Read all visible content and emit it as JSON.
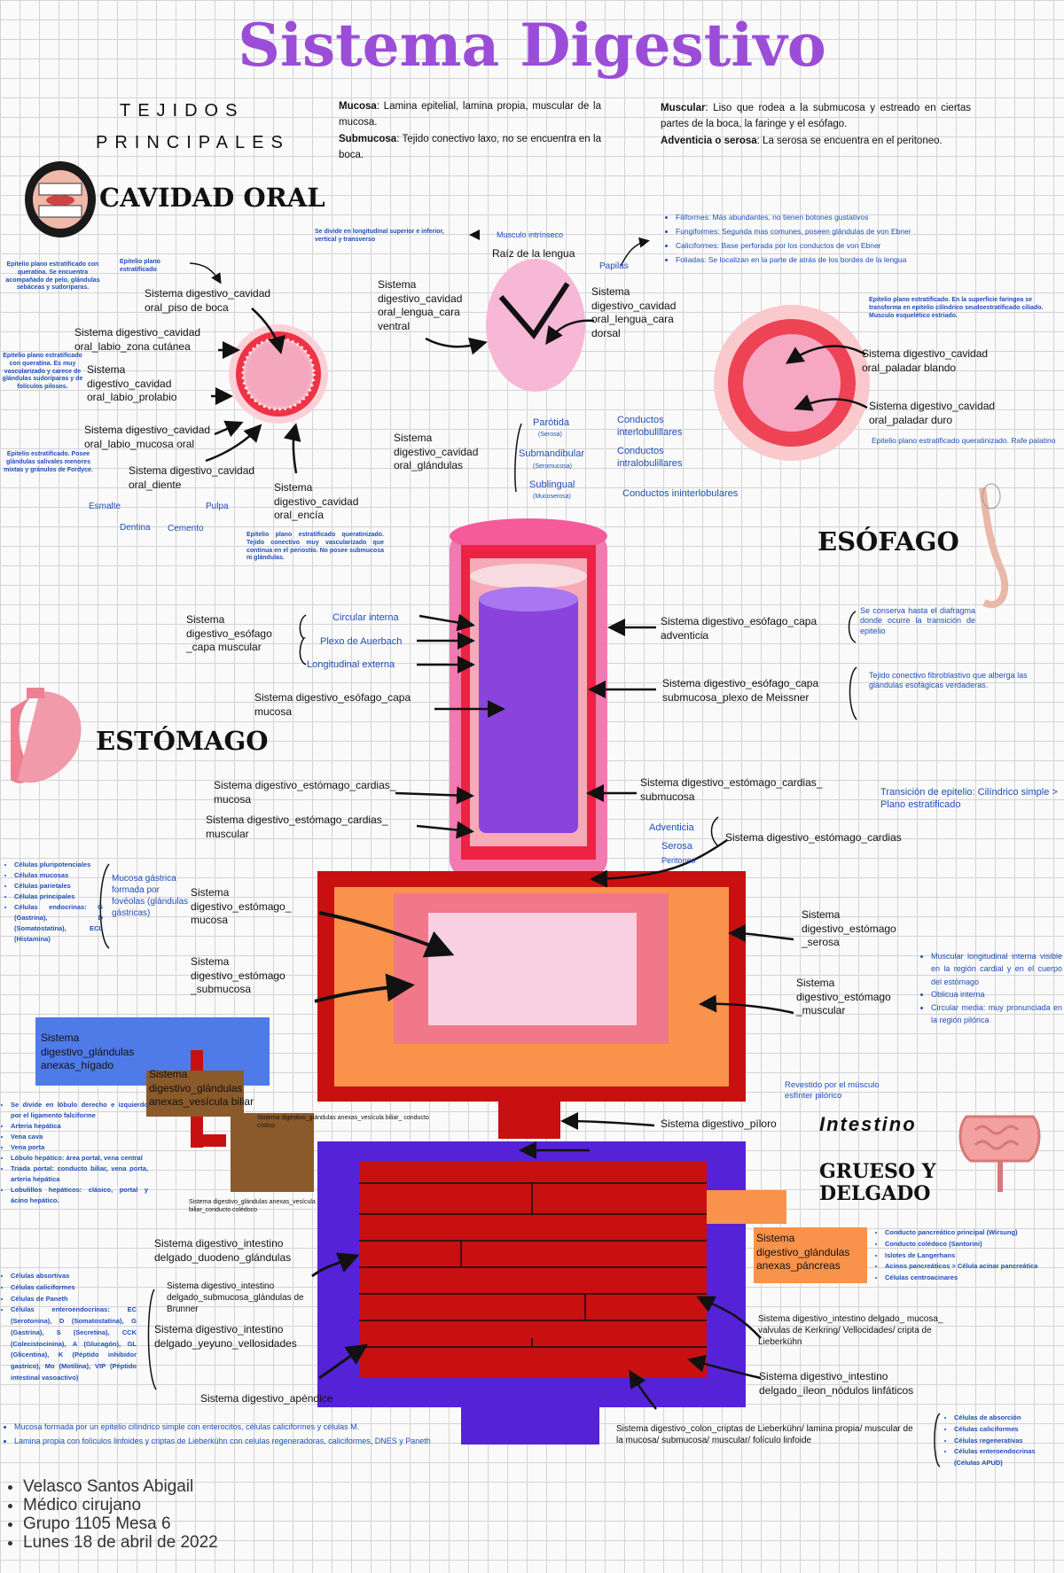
{
  "title": "Sistema Digestivo",
  "tejidos": {
    "l1": "TEJIDOS",
    "l2": "PRINCIPALES"
  },
  "tissues": {
    "mucosa_k": "Mucosa",
    "mucosa_v": ": Lamina epitelial, lamina propia, muscular de la mucosa.",
    "submucosa_k": "Submucosa",
    "submucosa_v": ": Tejido conectivo laxo, no se encuentra en la boca.",
    "muscular_k": "Muscular",
    "muscular_v": ": Liso que rodea a la submucosa y estreado en ciertas partes de la boca, la faringe y el esófago.",
    "adventicia_k": "Adventicia o serosa",
    "adventicia_v": ": La serosa se encuentra en el peritoneo."
  },
  "sections": {
    "oral": "CAVIDAD ORAL",
    "esofago": "ESÓFAGO",
    "estomago": "ESTÓMAGO",
    "intestino": "Intestino",
    "grueso": "GRUESO Y DELGADO"
  },
  "oral": {
    "ep_piso": "Epitelio plano estratificado con queratina. Se encuentra acompañado de pelo, glándulas sebáceas y sudoríparas.",
    "ep_plano": "Epitelio plano estratificado",
    "piso": "Sistema digestivo_cavidad oral_piso de boca",
    "labio_cut": "Sistema digestivo_cavidad oral_labio_zona cutánea",
    "ep_prolabio": "Epitelio plano estratificado con queratina. Es muy vascularizado y carece de glándulas sudoríparas y de folículos pilosos.",
    "prolabio": "Sistema digestivo_cavidad oral_labio_prolabio",
    "ep_mucosa": "Epitelio estratificado. Posee glándulas salivales menores mixtas y gránulos de Fordyce.",
    "labio_muc": "Sistema digestivo_cavidad oral_labio_mucosa oral",
    "diente": "Sistema digestivo_cavidad oral_diente",
    "esmalte": "Esmalte",
    "pulpa": "Pulpa",
    "dentina": "Dentina",
    "cemento": "Cemento",
    "encia": "Sistema digestivo_cavidad oral_encía",
    "ep_encia": "Epitelio plano estratificado queratinizado. Tejido conectivo muy vascularizado que continua en el periostio. No posee submucosa ni glándulas.",
    "musculo_desc": "Se divide en longitudinal superior e inferior, vertical y transverso",
    "musculo": "Musculo intrínseco",
    "raiz": "Raíz de la lengua",
    "papilas": "Papilas",
    "pap_list": [
      "Filiformes: Más abundantes, no tienen botones gustativos",
      "Fungiformes: Segunda mas comunes, poseen glándulas de von Ebner",
      "Caliciformes: Base perforada por los conductos de von Ebner",
      "Foliadas: Se localizan en la parte de atrás de los bordes de la lengua"
    ],
    "lengua_v": "Sistema digestivo_cavidad oral_lengua_cara ventral",
    "lengua_d": "Sistema digestivo_cavidad oral_lengua_cara dorsal",
    "ep_paladar": "Epitelio plano estratificado. En la superficie faringea se transforma en epitelio cilíndrico seudoestratificado ciliado. Musculo esquelético estriado.",
    "paladar_b": "Sistema digestivo_cavidad oral_paladar blando",
    "paladar_d": "Sistema digestivo_cavidad oral_paladar duro",
    "ep_duro": "Epitelio plano estratificado queratinizado. Rafe palatino",
    "glandulas": "Sistema digestivo_cavidad oral_glándulas",
    "parotida": "Parótida",
    "parotida_s": "(Serosa)",
    "submand": "Submandibular",
    "submand_s": "(Seromucosa)",
    "subling": "Sublingual",
    "subling_s": "(Mucoserosa)",
    "cond1": "Conductos interlobulillares",
    "cond2": "Conductos intralobulillares",
    "cond3": "Conductos ininterlobulares"
  },
  "esof": {
    "capa_musc": "Sistema digestivo_esófago _capa muscular",
    "circular": "Circular interna",
    "plexo": "Plexo de Auerbach",
    "longitudinal": "Longitudinal externa",
    "muc": "Sistema digestivo_esófago_capa mucosa",
    "adv": "Sistema digestivo_esófago_capa adventicia",
    "adv_note": "Se conserva hasta el diafragma donde ocurre la transición de epitelio",
    "submuc": "Sistema digestivo_esófago_capa submucosa_plexo de Meissner",
    "submuc_note": "Tejido conectivo fibroblastivo que alberga las glándulas esofágicas verdaderas."
  },
  "est": {
    "card_muc": "Sistema digestivo_estómago_cardias_ mucosa",
    "card_mus": "Sistema digestivo_estómago_cardias_ muscular",
    "card_sub": "Sistema digestivo_estómago_cardias_ submucosa",
    "trans": "Transición de epitelio: Cilíndrico simple > Plano estratificado",
    "adventicia": "Adventicia",
    "serosa": "Serosa",
    "peritoneo": "Peritoneo",
    "cardias": "Sistema digestivo_estómago_cardias",
    "celulas": [
      "Células pluripotenciales",
      "Células mucosas",
      "Células parietales",
      "Células principales",
      "Células endocrinas: G (Gastrina), D (Somatostatina), ECL (Histamina)"
    ],
    "mucosa_gast": "Mucosa gástrica formada por fovéolas (glándulas gástricas)",
    "mucosa": "Sistema digestivo_estómago_ mucosa",
    "submucosa": "Sistema digestivo_estómago _submucosa",
    "serosa_l": "Sistema digestivo_estómago _serosa",
    "muscular": "Sistema digestivo_estómago _muscular",
    "musc_list": [
      "Muscular longitudinal interna visible en la región cardial y en el cuerpo del estómago",
      "Oblicua interna",
      "Circular media: muy pronunciada en la región pilórica"
    ],
    "revestido": "Revestido por el músculo esfínter pilórico",
    "piloro": "Sistema digestivo_píloro"
  },
  "glan": {
    "higado": "Sistema digestivo_glándulas anexas_hígado",
    "vesicula": "Sistema digestivo_glándulas anexas_vesícula biliar",
    "cistico": "Sistema digestivo_glándulas anexas_vesícula biliar_ conducto cístico",
    "coledoco": "Sistema digestivo_glándulas anexas_vesícula biliar_conducto colédoco",
    "hig_list": [
      "Se divide en lóbulo derecho e izquierdo por el ligamento falciforme",
      "Arteria hepática",
      "Vena cava",
      "Vena porta",
      "Lóbulo hepático: área portal, vena central",
      "Triada portal: conducto biliar, vena porta, arteria hepática",
      "Lobulillos hepáticos: clásico, portal y ácino hepático."
    ],
    "pancreas": "Sistema digestivo_glándulas anexas_páncreas",
    "pan_list": [
      "Conducto pancreático principal (Wirsung)",
      "Conducto colédoco (Santorini)",
      "Islotes de Langerhans",
      "Acinos pancreáticos > Célula acinar pancreática",
      "Células centroacinares"
    ]
  },
  "int": {
    "duodeno": "Sistema digestivo_intestino delgado_duodeno_glándulas",
    "brunner": "Sistema digestivo_intestino delgado_submucosa_glándulas de Brunner",
    "yeyuno": "Sistema digestivo_intestino delgado_yeyuno_vellosidades",
    "cel_list": [
      "Células absortivas",
      "Células caliciformes",
      "Células de Paneth",
      "Células enteroendocrinas: EC (Serotonina), D (Somatostatina), G (Gastrina), S (Secretina), CCK (Colecistocinina), A (Glucagón), GL (Glicentina), K (Péptido inhibidor gastrico), Mo (Motilina), VIP (Péptido intestinal vasoactivo)"
    ],
    "kerkring": "Sistema digestivo_intestino delgado_ mucosa_ valvulas de Kerkring/ Vellocidades/ cripta de Lieberkühn",
    "ileon": "Sistema digestivo_intestino delgado_íleon_nódulos linfáticos",
    "apendice": "Sistema digestivo_apéndice",
    "apen_list": [
      "Mucosa formada por un epitelio cilíndrico simple con enterocitos, células caliciformes y células M.",
      "Lamina propia con folículos linfoides y criptas de Lieberkühn con celulas regeneradoras, caliciformes, DNES y Paneth"
    ],
    "colon": "Sistema digestivo_colon_criptas de Lieberkühn/ lamina propia/ muscular de la mucosa/ submucosa/ muscular/ folículo linfoide",
    "colon_list": [
      "Células de absorción",
      "Células caliciformes",
      "Células regenerativas",
      "Células enteroendocrinas (Células APUD)"
    ]
  },
  "footer": [
    "Velasco Santos Abigail",
    "Médico cirujano",
    "Grupo 1105 Mesa 6",
    "Lunes 18 de abril de 2022"
  ]
}
